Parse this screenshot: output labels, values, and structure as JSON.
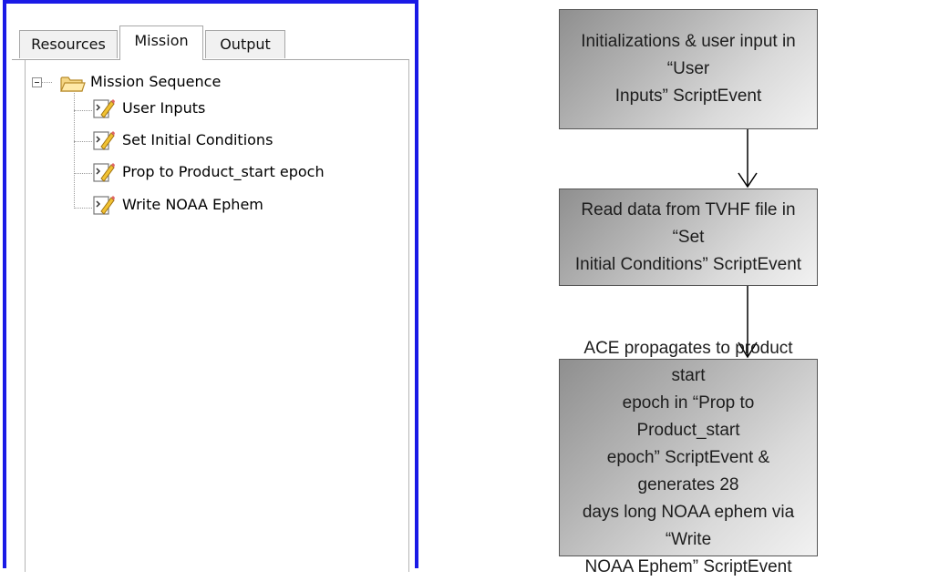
{
  "tabs": [
    {
      "label": "Resources",
      "active": false
    },
    {
      "label": "Mission",
      "active": true
    },
    {
      "label": "Output",
      "active": false
    }
  ],
  "tree": {
    "root": {
      "label": "Mission Sequence",
      "icon": "folder-icon",
      "expanded": true
    },
    "children": [
      {
        "label": "User Inputs",
        "icon": "script-event-icon"
      },
      {
        "label": "Set Initial Conditions",
        "icon": "script-event-icon"
      },
      {
        "label": "Prop to Product_start epoch",
        "icon": "script-event-icon"
      },
      {
        "label": "Write NOAA Ephem",
        "icon": "script-event-icon"
      }
    ]
  },
  "flowchart": {
    "steps": [
      "Initializations & user input in “User\nInputs” ScriptEvent",
      "Read data from TVHF file in “Set\nInitial Conditions” ScriptEvent",
      "ACE propagates to product start\nepoch in “Prop to Product_start\nepoch” ScriptEvent & generates 28\ndays long NOAA ephem via “Write\nNOAA Ephem” ScriptEvent"
    ]
  },
  "colors": {
    "panel_border": "#1a1ae6",
    "box_gradient_dark": "#8f8f8f",
    "box_gradient_light": "#f2f2f2"
  }
}
